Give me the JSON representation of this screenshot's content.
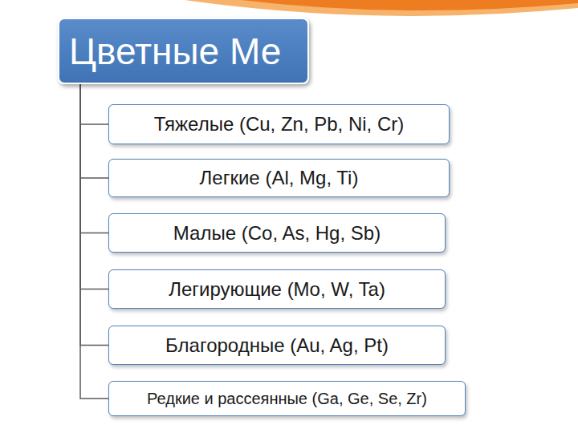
{
  "diagram": {
    "nodes": [
      {
        "text": [
          "Цветные Ме"
        ]
      },
      {
        "text": [
          "Тяжелые (Cu, Zn, Pb, Ni, Cr)"
        ]
      },
      {
        "text": [
          "Легкие (Al, Mg, Ti)"
        ]
      },
      {
        "text": [
          "Малые (Co, As, Hg, Sb)"
        ]
      },
      {
        "text": [
          "Легирующие (Mo, W, Ta)"
        ]
      },
      {
        "text": [
          "Благородные (Au, Ag, Pt)"
        ]
      },
      {
        "text": [
          "Редкие и рассеянные (Ga, Ge, Se, Zr)"
        ]
      }
    ],
    "edges": [
      {
        "from": 0,
        "to": 1,
        "arrow": "none"
      },
      {
        "from": 0,
        "to": 2,
        "arrow": "none"
      },
      {
        "from": 0,
        "to": 3,
        "arrow": "none"
      },
      {
        "from": 0,
        "to": 4,
        "arrow": "none"
      },
      {
        "from": 0,
        "to": 5,
        "arrow": "none"
      },
      {
        "from": 0,
        "to": 6,
        "arrow": "none"
      }
    ]
  }
}
